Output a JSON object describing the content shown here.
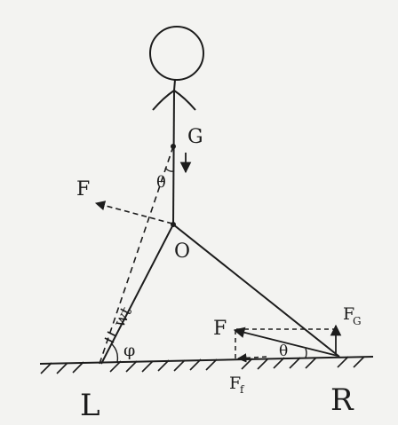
{
  "labels": {
    "G": "G",
    "theta_top": "θ",
    "F_left": "F",
    "O": "O",
    "wt": "wt",
    "phi": "φ",
    "F_right": "F",
    "F_G": "F",
    "F_G_sub": "G",
    "F_f": "F",
    "F_f_sub": "f",
    "theta_bottom": "θ",
    "L": "L",
    "R": "R"
  },
  "colors": {
    "ink": "#1c1c1c",
    "paper": "#f3f3f1"
  }
}
